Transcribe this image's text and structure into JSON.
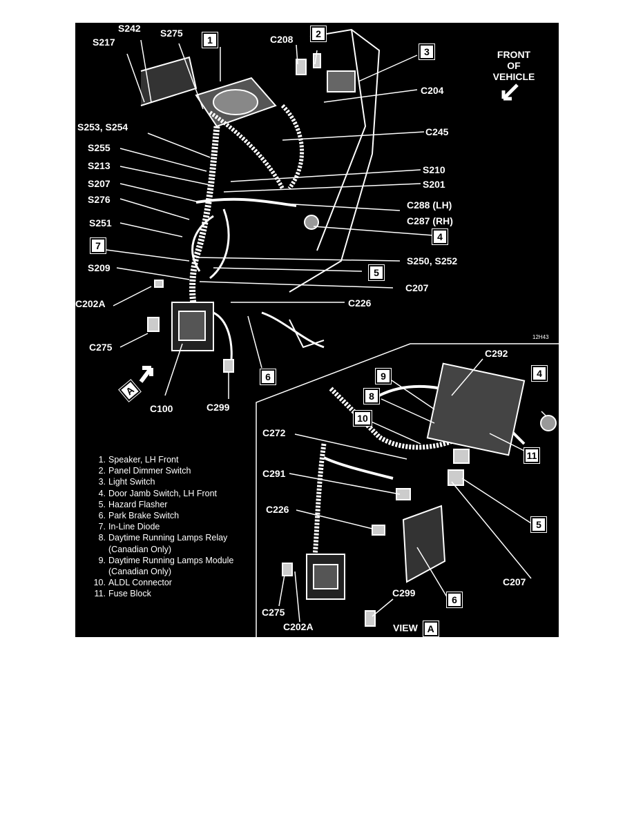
{
  "diagram": {
    "front_label": [
      "FRONT",
      "OF",
      "VEHICLE"
    ],
    "figure_code": "12H43",
    "view_label": "VIEW",
    "view_letter": "A",
    "main_callouts": {
      "s242": "S242",
      "s217": "S217",
      "s275": "S275",
      "c208": "C208",
      "c204": "C204",
      "c245": "C245",
      "s253": "S253, S254",
      "s255": "S255",
      "s213": "S213",
      "s207": "S207",
      "s276": "S276",
      "s251": "S251",
      "s210": "S210",
      "s201": "S201",
      "c288": "C288 (LH)",
      "c287": "C287 (RH)",
      "s250": "S250, S252",
      "s209": "S209",
      "c207": "C207",
      "c202a": "C202A",
      "c226": "C226",
      "c275": "C275",
      "c100": "C100",
      "c299": "C299"
    },
    "view_callouts": {
      "c292": "C292",
      "c272": "C272",
      "c291": "C291",
      "c226": "C226",
      "c207": "C207",
      "c299": "C299",
      "c275": "C275",
      "c202a": "C202A"
    },
    "boxes": {
      "b1": "1",
      "b2": "2",
      "b3": "3",
      "b4": "4",
      "b5": "5",
      "b6": "6",
      "b7": "7",
      "v4": "4",
      "v5": "5",
      "v6": "6",
      "v8": "8",
      "v9": "9",
      "v10": "10",
      "v11": "11"
    },
    "legend": [
      {
        "num": "1.",
        "text": "Speaker, LH Front"
      },
      {
        "num": "2.",
        "text": "Panel Dimmer Switch"
      },
      {
        "num": "3.",
        "text": "Light Switch"
      },
      {
        "num": "4.",
        "text": "Door Jamb Switch, LH Front"
      },
      {
        "num": "5.",
        "text": "Hazard Flasher"
      },
      {
        "num": "6.",
        "text": "Park Brake Switch"
      },
      {
        "num": "7.",
        "text": "In-Line Diode"
      },
      {
        "num": "8.",
        "text": "Daytime Running Lamps Relay"
      },
      {
        "num": "",
        "text": "(Canadian Only)"
      },
      {
        "num": "9.",
        "text": "Daytime Running Lamps Module"
      },
      {
        "num": "",
        "text": "(Canadian Only)"
      },
      {
        "num": "10.",
        "text": "ALDL Connector"
      },
      {
        "num": "11.",
        "text": "Fuse Block"
      }
    ]
  }
}
